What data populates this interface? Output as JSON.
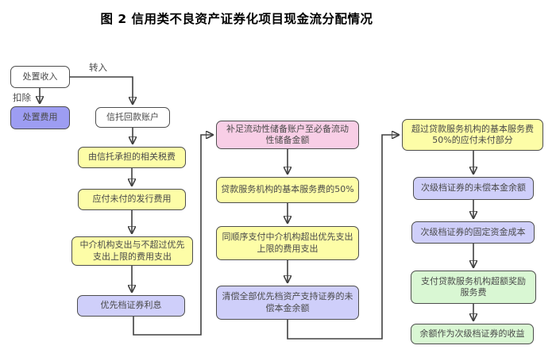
{
  "title": "图 2 信用类不良资产证券化项目现金流分配情况",
  "edge_labels": {
    "transfer_in": "转入",
    "deduct": "扣除"
  },
  "palette": {
    "box_white": "#FFFFFF",
    "box_yellow": "#FDFDA7",
    "box_pink": "#F8CEE6",
    "box_lavender": "#CFCFFA",
    "box_purple": "#9D9DF2",
    "box_green": "#D9F7D3",
    "border": "#4D4D4D",
    "line": "#404040"
  },
  "nodes": {
    "disposal_income": "处置收入",
    "disposal_cost": "处置费用",
    "trust_account": "信托回款账户",
    "trust_taxes": "由信托承担的相关税费",
    "unpaid_issuance": "应付未付的发行费用",
    "intermediary_cap": "中介机构支出与不超过优先\n支出上限的费用支出",
    "senior_interest": "优先档证券利息",
    "liquidity_reserve": "补足流动性储备账户至必备流动\n性储备金额",
    "servicer_fee_50": "贷款服务机构的基本服务费的50%",
    "intermediary_excess": "同顺序支付中介机构超出优先支出\n上限的费用支出",
    "senior_principal": "清偿全部优先档资产支持证券的未\n偿本金余额",
    "servicer_fee_unpaid": "超过贷款服务机构的基本服务费\n50%的应付未付部分",
    "sub_principal": "次级档证券的未偿本金余额",
    "sub_fixed_cost": "次级档证券的固定资金成本",
    "servicer_bonus": "支付贷款服务机构超额奖励\n服务费",
    "sub_residual": "余额作为次级档证券的收益"
  }
}
